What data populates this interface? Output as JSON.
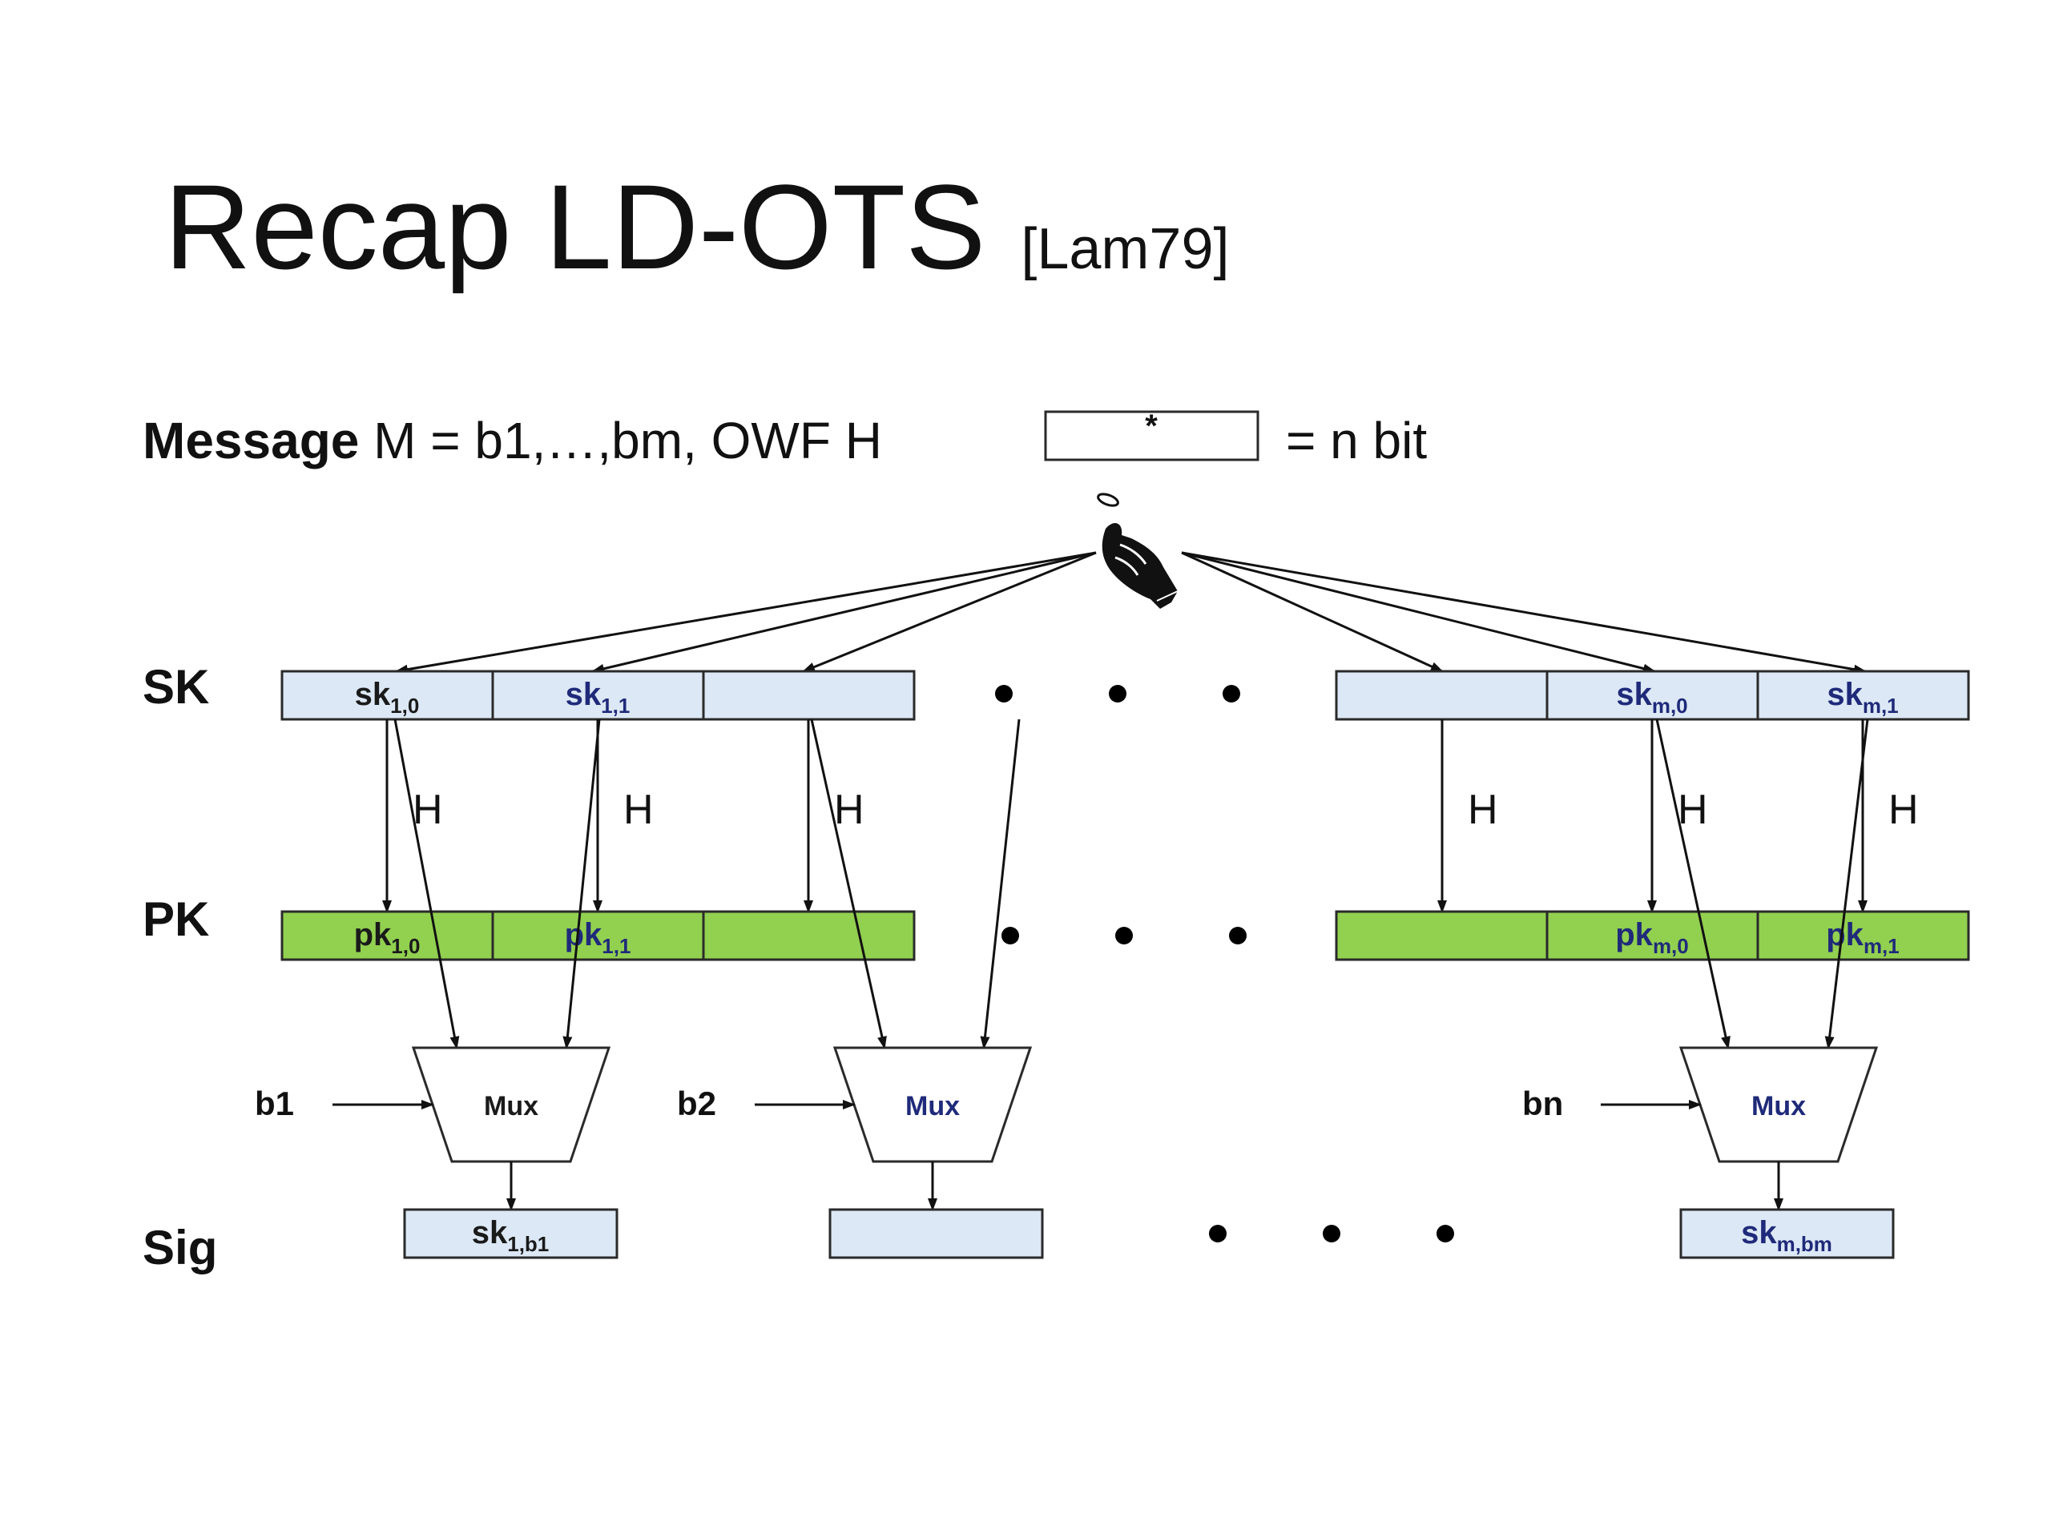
{
  "title": {
    "main": "Recap LD-OTS",
    "ref": "[Lam79]"
  },
  "message": {
    "bold": "Message",
    "rest": " M = b1,…,bm, OWF H",
    "legend_symbol": "*",
    "legend_text": "= n bit"
  },
  "icons": {
    "hand": "hand-flipping-coin-icon"
  },
  "rows": {
    "sk": "SK",
    "pk": "PK",
    "sig": "Sig"
  },
  "hash_label": "H",
  "sk_cells": [
    {
      "main": "sk",
      "sub": "1,0",
      "color": "#1a1a1a"
    },
    {
      "main": "sk",
      "sub": "1,1",
      "color": "#1f2a7a"
    },
    {
      "main": "",
      "sub": "",
      "color": "#1a1a1a"
    },
    {
      "main": "",
      "sub": "",
      "color": "#1a1a1a"
    },
    {
      "main": "sk",
      "sub": "m,0",
      "color": "#1f2a7a"
    },
    {
      "main": "sk",
      "sub": "m,1",
      "color": "#1f2a7a"
    }
  ],
  "pk_cells": [
    {
      "main": "pk",
      "sub": "1,0",
      "color": "#1a1a1a"
    },
    {
      "main": "pk",
      "sub": "1,1",
      "color": "#1f2a7a"
    },
    {
      "main": "",
      "sub": "",
      "color": "#1a1a1a"
    },
    {
      "main": "",
      "sub": "",
      "color": "#1a1a1a"
    },
    {
      "main": "pk",
      "sub": "m,0",
      "color": "#1f2a7a"
    },
    {
      "main": "pk",
      "sub": "m,1",
      "color": "#1f2a7a"
    }
  ],
  "muxes": [
    {
      "label": "Mux",
      "bit": "b1",
      "color": "#1a1a1a"
    },
    {
      "label": "Mux",
      "bit": "b2",
      "color": "#1f2a7a"
    },
    {
      "label": "Mux",
      "bit": "bn",
      "color": "#1f2a7a"
    }
  ],
  "sig_cells": [
    {
      "main": "sk",
      "sub": "1,b1",
      "color": "#1a1a1a"
    },
    {
      "main": "",
      "sub": "",
      "color": "#1a1a1a"
    },
    {
      "main": "sk",
      "sub": "m,bm",
      "color": "#1f2a7a"
    }
  ],
  "colors": {
    "sk_fill": "#dce8f5",
    "pk_fill": "#92d050",
    "dark_blue": "#1f2a7a"
  }
}
